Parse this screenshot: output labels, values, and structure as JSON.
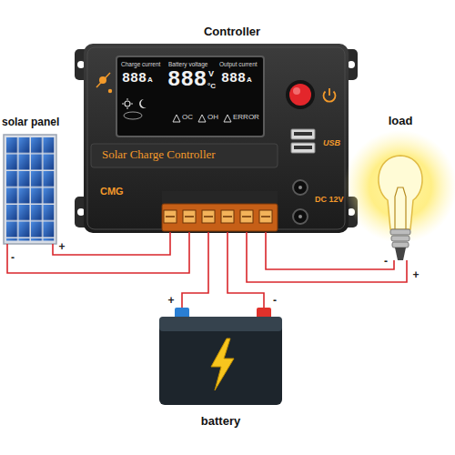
{
  "diagram": {
    "nodes": [
      {
        "text": [
          "Controller",
          "Solar Charge Controller",
          "CMG",
          "USB",
          "DC 12V"
        ]
      },
      {
        "text": [
          "Charge current",
          "Battery voltage",
          "Output current",
          "888",
          "A",
          "888",
          "V",
          "°C",
          "888",
          "A",
          "OC",
          "OH",
          "ERROR"
        ],
        "in": 0
      },
      {
        "text": [
          "solar panel"
        ]
      },
      {
        "text": [
          "load"
        ]
      },
      {
        "text": [
          "battery"
        ]
      }
    ],
    "edges": [
      {
        "from": 2,
        "to": 0,
        "arrow": "none"
      },
      {
        "from": 2,
        "to": 0,
        "arrow": "none"
      },
      {
        "from": 0,
        "to": 4,
        "arrow": "none"
      },
      {
        "from": 0,
        "to": 4,
        "arrow": "none"
      },
      {
        "from": 0,
        "to": 3,
        "arrow": "none"
      },
      {
        "from": 0,
        "to": 3,
        "arrow": "none"
      }
    ],
    "labels": [
      "-",
      "+",
      "+",
      "-",
      "-",
      "+"
    ]
  }
}
